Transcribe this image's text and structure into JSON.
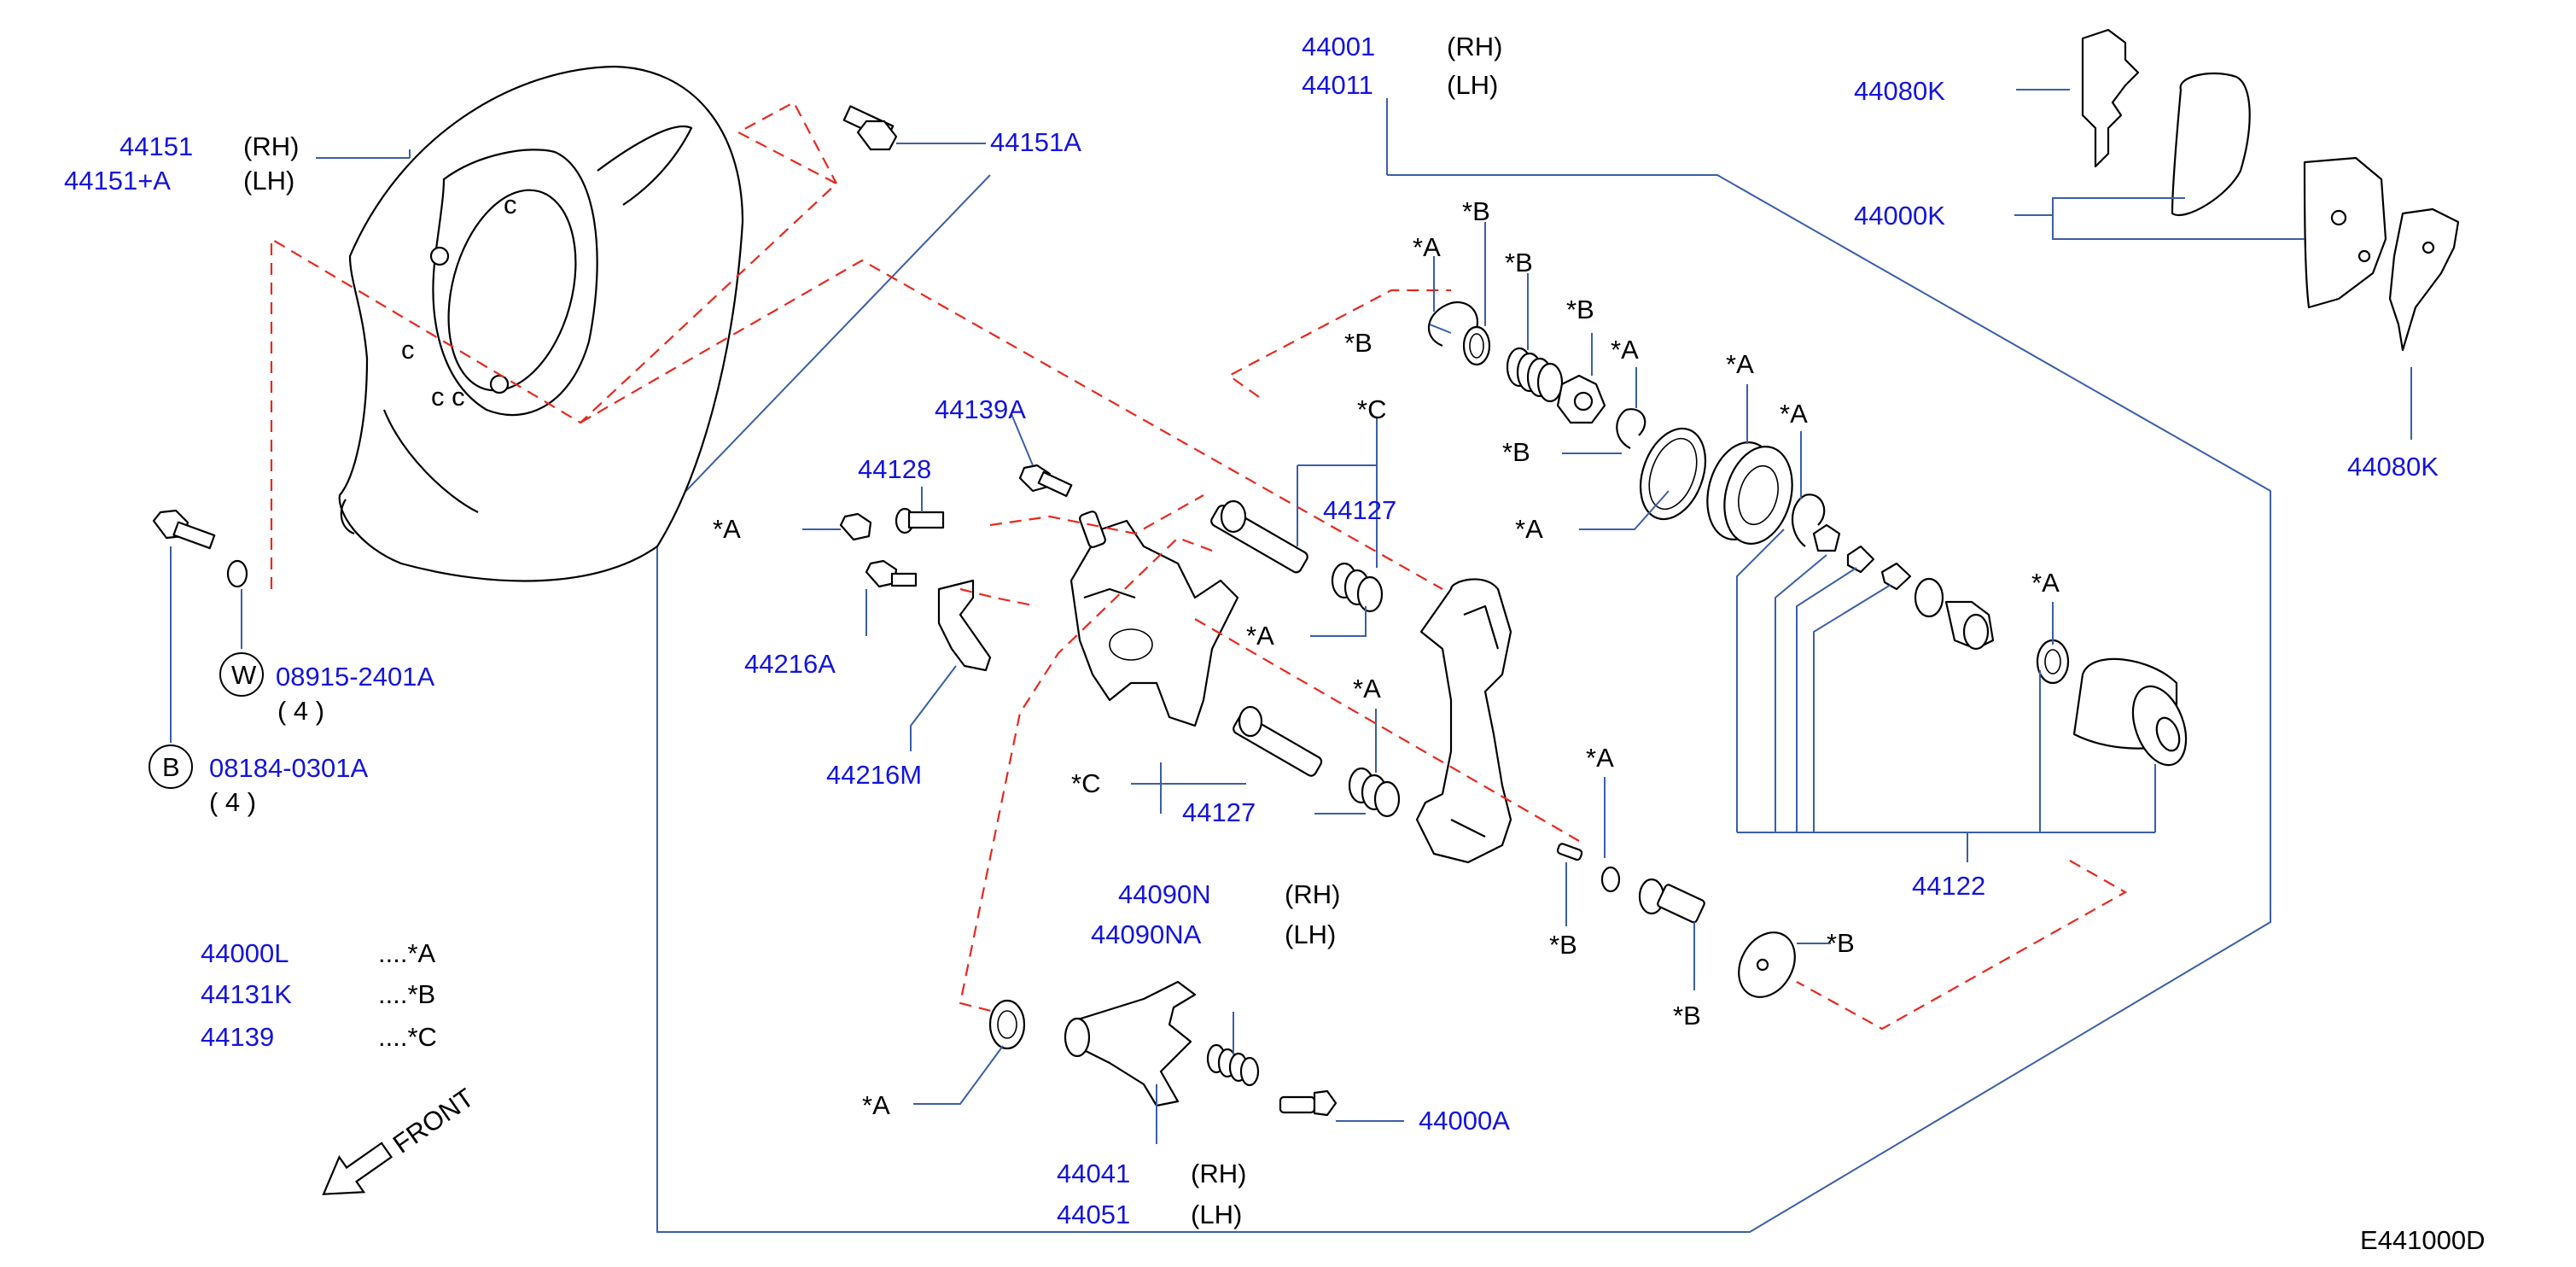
{
  "labels": {
    "p44151": "44151",
    "rh1": "(RH)",
    "p44151a_lh": "44151+A",
    "lh1": "(LH)",
    "p44151A": "44151A",
    "p44001": "44001",
    "rh2": "(RH)",
    "p44011": "44011",
    "lh2": "(LH)",
    "p44080K_top": "44080K",
    "p44000K": "44000K",
    "p44080K_bot": "44080K",
    "p44139A": "44139A",
    "p44128": "44128",
    "p44127_top": "44127",
    "p44127_bot": "44127",
    "p44216A": "44216A",
    "p44216M": "44216M",
    "p44122": "44122",
    "p44090N": "44090N",
    "rh3": "(RH)",
    "p44090NA": "44090NA",
    "lh3": "(LH)",
    "p44041": "44041",
    "rh4": "(RH)",
    "p44051": "44051",
    "lh4": "(LH)",
    "p44000A": "44000A",
    "w_circle": "W",
    "p08915": "08915-2401A",
    "qty_w": "( 4 )",
    "b_circle": "B",
    "p08184": "08184-0301A",
    "qty_b": "( 4 )",
    "front": "FRONT",
    "diagram_id": "E441000D",
    "mark_A": "*A",
    "mark_B": "*B",
    "mark_C": "*C"
  },
  "legend": [
    {
      "part": "44000L",
      "mark": "....*A"
    },
    {
      "part": "44131K",
      "mark": "....*B"
    },
    {
      "part": "44139",
      "mark": "....*C"
    }
  ],
  "colors": {
    "part_number": "#1414dc",
    "leader": "#3a5ea8",
    "dashed": "#e8281e",
    "line": "#000000"
  }
}
